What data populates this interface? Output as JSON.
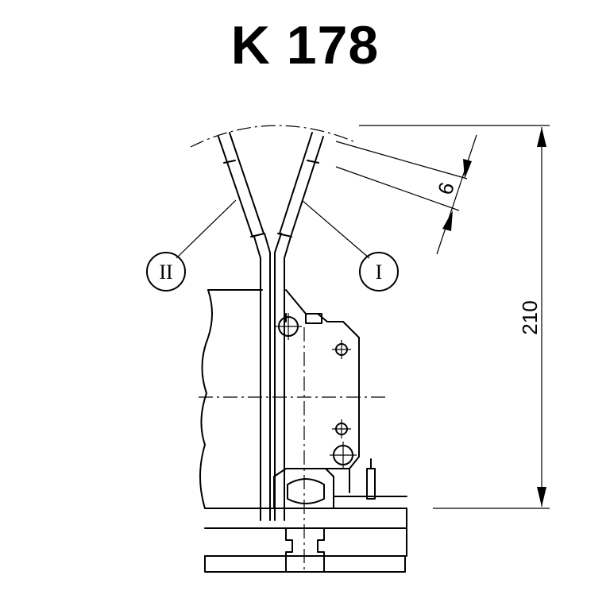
{
  "title": "K 178",
  "labels": {
    "roman_left": "II",
    "roman_right": "I"
  },
  "dimensions": {
    "small": "6",
    "height": "210"
  }
}
